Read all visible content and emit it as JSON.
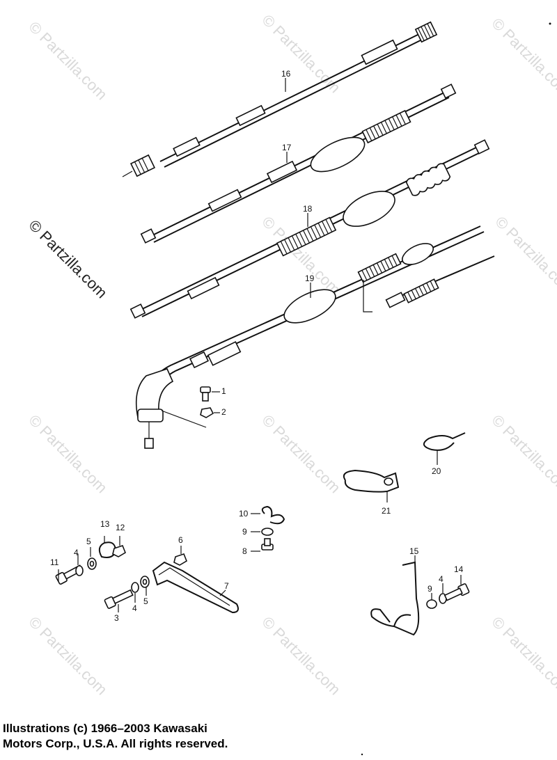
{
  "watermarks": {
    "side": "© Partzilla.com",
    "tile": "© Partzilla.com"
  },
  "callouts": {
    "c16": "16",
    "c17": "17",
    "c18": "18",
    "c19": "19",
    "c1": "1",
    "c2": "2",
    "c20": "20",
    "c21": "21",
    "c10": "10",
    "c9a": "9",
    "c8": "8",
    "c13": "13",
    "c12": "12",
    "c5a": "5",
    "c4a": "4",
    "c11": "11",
    "c6": "6",
    "c7": "7",
    "c3": "3",
    "c4b": "4",
    "c5b": "5",
    "c15": "15",
    "c14": "14",
    "c4c": "4",
    "c9b": "9"
  },
  "copyright": {
    "line1": "Illustrations (c) 1966–2003 Kawasaki",
    "line2": "Motors Corp., U.S.A.  All rights reserved."
  },
  "colors": {
    "ink": "#111111",
    "watermark": "#d9d9d9",
    "background": "#ffffff"
  }
}
